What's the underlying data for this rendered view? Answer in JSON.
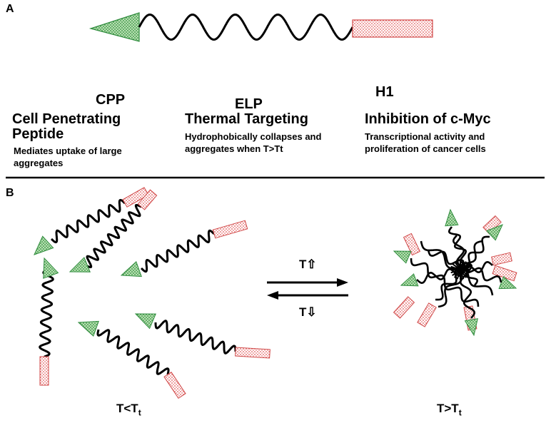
{
  "panels": {
    "a": "A",
    "b": "B"
  },
  "parts": [
    {
      "label": "CPP",
      "heading": [
        "Cell Penetrating",
        "Peptide"
      ],
      "description": [
        "Mediates uptake of large",
        "aggregates"
      ]
    },
    {
      "label": "ELP",
      "heading": [
        "Thermal Targeting"
      ],
      "description": [
        "Hydrophobically collapses and",
        "aggregates when T>Tt"
      ]
    },
    {
      "label": "H1",
      "heading": [
        "Inhibition of c-Myc"
      ],
      "description": [
        "Transcriptional activity and",
        "proliferation of cancer cells"
      ]
    }
  ],
  "arrows": {
    "up": "T⇧",
    "down": "T⇩"
  },
  "states": {
    "below": {
      "main": "T<T",
      "sub": "t"
    },
    "above": {
      "main": "T>T",
      "sub": "t"
    }
  },
  "colors": {
    "cpp": "#7ec07e",
    "h1": "#f08c8c",
    "line": "#000000"
  }
}
